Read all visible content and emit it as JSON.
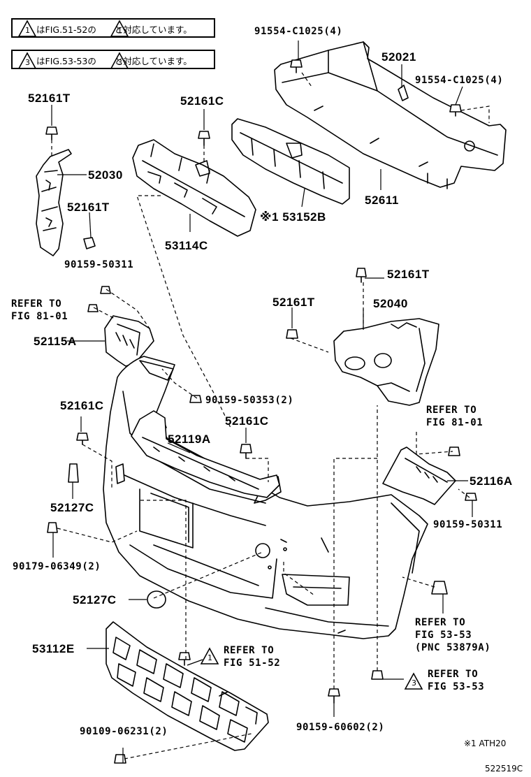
{
  "notes": [
    {
      "text": "はFIG.51-52の",
      "mark": "1",
      "suffix": "と対応しています。"
    },
    {
      "text": "はFIG.53-53の",
      "mark": "3",
      "suffix": "と対応しています。"
    }
  ],
  "parts": {
    "p91554_top": "91554-C1025(4)",
    "p52021": "52021",
    "p91554_right": "91554-C1025(4)",
    "p52161T_a": "52161T",
    "p52161C_a": "52161C",
    "p52030": "52030",
    "p52161T_b": "52161T",
    "p53152B": "※1 53152B",
    "p52611": "52611",
    "p53114C": "53114C",
    "p90159_50311_a": "90159-50311",
    "refer_81_a_1": "REFER TO",
    "refer_81_a_2": "FIG 81-01",
    "p52161T_c": "52161T",
    "p52161T_d": "52161T",
    "p52040": "52040",
    "p52115A": "52115A",
    "p90159_50353": "90159-50353(2)",
    "p52161C_b": "52161C",
    "refer_81_b_1": "REFER TO",
    "refer_81_b_2": "FIG 81-01",
    "p52161C_c": "52161C",
    "p52119A": "52119A",
    "p52116A": "52116A",
    "p52127C_a": "52127C",
    "p90159_50311_b": "90159-50311",
    "p90179": "90179-06349(2)",
    "p52127C_b": "52127C",
    "refer_53_1": "REFER TO",
    "refer_53_2": "FIG 53-53",
    "refer_53_3": "(PNC 53879A)",
    "p53112E": "53112E",
    "refer_51_1": "REFER TO",
    "refer_51_2": "FIG 51-52",
    "refer_53b_1": "REFER TO",
    "refer_53b_2": "FIG 53-53",
    "p90109": "90109-06231(2)",
    "p90159_60602": "90159-60602(2)",
    "footnote": "※1 ATH20",
    "figure_code": "522519C",
    "mark_1": "1",
    "mark_3": "3"
  }
}
